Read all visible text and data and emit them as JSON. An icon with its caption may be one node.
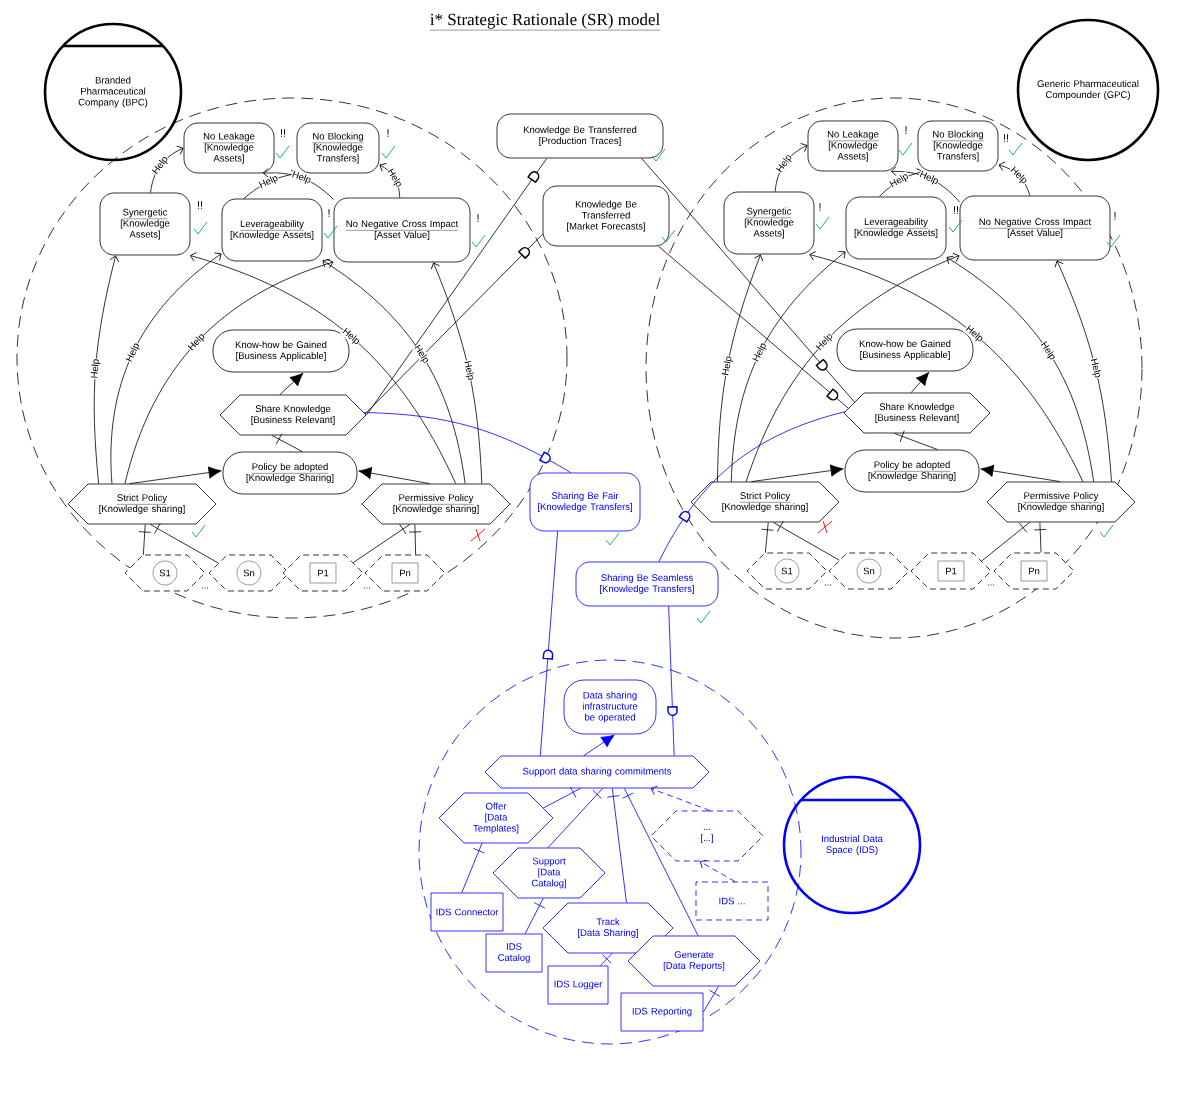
{
  "diagram": {
    "title": "i* Strategic Rationale (SR) model",
    "nodes": [
      {
        "text": [],
        "shape": "circle"
      },
      {
        "text": [
          "Branded Pharmaceutical Company (BPC)"
        ]
      },
      {
        "text": [
          "No Leakage",
          "[Knowledge Assets]"
        ],
        "in": 0,
        "beside": [
          "!!"
        ]
      },
      {
        "text": [
          "No Blocking",
          "[Knowledge Transfers]"
        ],
        "in": 0,
        "beside": [
          "!"
        ]
      },
      {
        "text": [
          "Synergetic",
          "[Knowledge Assets]"
        ],
        "in": 0,
        "beside": [
          "!!"
        ]
      },
      {
        "text": [
          "Leverageability",
          "[Knowledge Assets]"
        ],
        "in": 0,
        "beside": [
          "!"
        ]
      },
      {
        "text": [
          "No Negative Cross Impact",
          "[Asset Value]"
        ],
        "in": 0,
        "beside": [
          "!"
        ]
      },
      {
        "text": [
          "Know-how be Gained",
          "[Business Applicable]"
        ],
        "in": 0
      },
      {
        "text": [
          "Share Knowledge",
          "[Business Relevant]"
        ],
        "in": 0
      },
      {
        "text": [
          "Policy be adopted",
          "[Knowledge Sharing]"
        ],
        "in": 0
      },
      {
        "text": [
          "Strict Policy",
          "[Knowledge sharing]"
        ],
        "in": 0
      },
      {
        "text": [
          "Permissive Policy",
          "[Knowledge sharing]"
        ],
        "in": 0
      },
      {
        "text": [
          "S1"
        ],
        "in": 0
      },
      {
        "text": [
          "Sn"
        ],
        "in": 0
      },
      {
        "text": [
          "P1"
        ],
        "in": 0
      },
      {
        "text": [
          "Pn"
        ],
        "in": 0
      },
      {
        "text": [
          "Knowledge Be Transferred",
          "[Production Traces]"
        ]
      },
      {
        "text": [
          "Knowledge Be Transferred",
          "[Market Forecasts]"
        ]
      },
      {
        "text": [
          "Sharing Be Fair",
          "[Knowledge Transfers]"
        ]
      },
      {
        "text": [
          "Sharing Be Seamless",
          "[Knowledge Transfers]"
        ]
      },
      {
        "text": [],
        "shape": "circle"
      },
      {
        "text": [
          "Generic Pharmaceutical Compounder (GPC)"
        ]
      },
      {
        "text": [
          "No Leakage",
          "[Knowledge Assets]"
        ],
        "in": 20,
        "beside": [
          "!"
        ]
      },
      {
        "text": [
          "No Blocking",
          "[Knowledge Transfers]"
        ],
        "in": 20,
        "beside": [
          "!!"
        ]
      },
      {
        "text": [
          "Synergetic",
          "[Knowledge Assets]"
        ],
        "in": 20,
        "beside": [
          "!"
        ]
      },
      {
        "text": [
          "Leverageability",
          "[Knowledge Assets]"
        ],
        "in": 20,
        "beside": [
          "!!"
        ]
      },
      {
        "text": [
          "No Negative Cross Impact",
          "[Asset Value]"
        ],
        "in": 20,
        "beside": [
          "!"
        ]
      },
      {
        "text": [
          "Know-how be Gained",
          "[Business Applicable]"
        ],
        "in": 20
      },
      {
        "text": [
          "Share Knowledge",
          "[Business Relevant]"
        ],
        "in": 20
      },
      {
        "text": [
          "Policy be adopted",
          "[Knowledge Sharing]"
        ],
        "in": 20
      },
      {
        "text": [
          "Strict Policy",
          "[Knowledge sharing]"
        ],
        "in": 20
      },
      {
        "text": [
          "Permissive Policy",
          "[Knowledge sharing]"
        ],
        "in": 20
      },
      {
        "text": [
          "S1"
        ],
        "in": 20
      },
      {
        "text": [
          "Sn"
        ],
        "in": 20
      },
      {
        "text": [
          "P1"
        ],
        "in": 20
      },
      {
        "text": [
          "Pn"
        ],
        "in": 20
      },
      {
        "text": [],
        "shape": "circle"
      },
      {
        "text": [
          "Industrial Data Space (IDS)"
        ]
      },
      {
        "text": [
          "Data sharing infrastructure be operated"
        ],
        "in": 36
      },
      {
        "text": [
          "Support data sharing commitments"
        ],
        "in": 36
      },
      {
        "text": [
          "Offer",
          "[Data Templates]"
        ],
        "in": 36
      },
      {
        "text": [
          "Support",
          "[Data Catalog]"
        ],
        "in": 36
      },
      {
        "text": [
          "...",
          "[...]"
        ],
        "in": 36
      },
      {
        "text": [
          "Track",
          "[Data Sharing]"
        ],
        "in": 36
      },
      {
        "text": [
          "Generate",
          "[Data Reports]"
        ],
        "in": 36
      },
      {
        "text": [
          "IDS Connector"
        ],
        "in": 36
      },
      {
        "text": [
          "IDS Catalog"
        ],
        "in": 36
      },
      {
        "text": [
          "IDS Logger"
        ],
        "in": 36
      },
      {
        "text": [
          "IDS ..."
        ],
        "in": 36
      },
      {
        "text": [
          "IDS Reporting"
        ],
        "in": 36
      }
    ],
    "edges": [
      {
        "from": 4,
        "to": 2,
        "arrow": "to",
        "label": "Help"
      },
      {
        "from": 5,
        "to": 3,
        "arrow": "to",
        "label": "Help"
      },
      {
        "from": 6,
        "to": 2,
        "arrow": "to",
        "label": "Help"
      },
      {
        "from": 6,
        "to": 3,
        "arrow": "to",
        "label": "Help"
      },
      {
        "from": 10,
        "to": 4,
        "arrow": "to",
        "label": "Help"
      },
      {
        "from": 10,
        "to": 5,
        "arrow": "to",
        "label": "Help"
      },
      {
        "from": 10,
        "to": 6,
        "arrow": "to",
        "label": "Help"
      },
      {
        "from": 11,
        "to": 4,
        "arrow": "to",
        "label": "Help"
      },
      {
        "from": 11,
        "to": 5,
        "arrow": "to",
        "label": "Help"
      },
      {
        "from": 11,
        "to": 6,
        "arrow": "to",
        "label": "Help"
      },
      {
        "from": 8,
        "to": 7,
        "arrow": "to"
      },
      {
        "from": 9,
        "to": 8,
        "arrow": "none"
      },
      {
        "from": 10,
        "to": 9,
        "arrow": "to"
      },
      {
        "from": 11,
        "to": 9,
        "arrow": "to"
      },
      {
        "from": 12,
        "to": 10,
        "arrow": "none"
      },
      {
        "from": 13,
        "to": 10,
        "arrow": "none"
      },
      {
        "from": 14,
        "to": 11,
        "arrow": "none"
      },
      {
        "from": 15,
        "to": 11,
        "arrow": "none"
      },
      {
        "from": 8,
        "to": 16,
        "arrow": "none"
      },
      {
        "from": 8,
        "to": 17,
        "arrow": "none"
      },
      {
        "from": 28,
        "to": 16,
        "arrow": "none"
      },
      {
        "from": 28,
        "to": 17,
        "arrow": "none"
      },
      {
        "from": 8,
        "to": 18,
        "arrow": "none",
        "color": "#0000ff"
      },
      {
        "from": 39,
        "to": 18,
        "arrow": "none",
        "color": "#0000ff"
      },
      {
        "from": 28,
        "to": 19,
        "arrow": "none",
        "color": "#0000ff"
      },
      {
        "from": 39,
        "to": 19,
        "arrow": "none",
        "color": "#0000ff"
      },
      {
        "from": 24,
        "to": 22,
        "arrow": "to",
        "label": "Help"
      },
      {
        "from": 25,
        "to": 23,
        "arrow": "to",
        "label": "Help"
      },
      {
        "from": 26,
        "to": 22,
        "arrow": "to",
        "label": "Help"
      },
      {
        "from": 26,
        "to": 23,
        "arrow": "to",
        "label": "Help"
      },
      {
        "from": 30,
        "to": 24,
        "arrow": "to",
        "label": "Help"
      },
      {
        "from": 30,
        "to": 25,
        "arrow": "to",
        "label": "Help"
      },
      {
        "from": 30,
        "to": 26,
        "arrow": "to",
        "label": "Help"
      },
      {
        "from": 31,
        "to": 24,
        "arrow": "to",
        "label": "Help"
      },
      {
        "from": 31,
        "to": 25,
        "arrow": "to",
        "label": "Help"
      },
      {
        "from": 31,
        "to": 26,
        "arrow": "to",
        "label": "Help"
      },
      {
        "from": 28,
        "to": 27,
        "arrow": "to"
      },
      {
        "from": 29,
        "to": 28,
        "arrow": "none"
      },
      {
        "from": 30,
        "to": 29,
        "arrow": "to"
      },
      {
        "from": 31,
        "to": 29,
        "arrow": "to"
      },
      {
        "from": 32,
        "to": 30,
        "arrow": "none"
      },
      {
        "from": 33,
        "to": 30,
        "arrow": "none"
      },
      {
        "from": 34,
        "to": 31,
        "arrow": "none"
      },
      {
        "from": 35,
        "to": 31,
        "arrow": "none"
      },
      {
        "from": 39,
        "to": 38,
        "arrow": "to",
        "color": "#0000ff"
      },
      {
        "from": 40,
        "to": 39,
        "arrow": "none",
        "color": "#0000ff"
      },
      {
        "from": 41,
        "to": 39,
        "arrow": "none",
        "color": "#0000ff"
      },
      {
        "from": 43,
        "to": 39,
        "arrow": "none",
        "color": "#0000ff"
      },
      {
        "from": 44,
        "to": 39,
        "arrow": "none",
        "color": "#0000ff"
      },
      {
        "from": 42,
        "to": 39,
        "arrow": "to",
        "style": "dashed",
        "color": "#0000ff"
      },
      {
        "from": 45,
        "to": 40,
        "arrow": "none",
        "color": "#0000ff"
      },
      {
        "from": 46,
        "to": 41,
        "arrow": "none",
        "color": "#0000ff"
      },
      {
        "from": 47,
        "to": 43,
        "arrow": "none",
        "color": "#0000ff"
      },
      {
        "from": 49,
        "to": 44,
        "arrow": "none",
        "color": "#0000ff"
      },
      {
        "from": 48,
        "to": 42,
        "arrow": "to",
        "style": "dashed",
        "color": "#0000ff"
      }
    ],
    "labels": [
      "...",
      "...",
      "...",
      "..."
    ]
  }
}
